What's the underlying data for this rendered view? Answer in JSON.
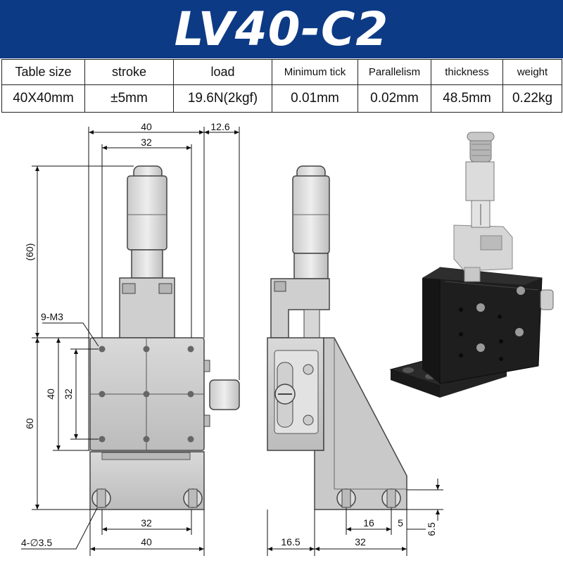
{
  "title": "LV40-C2",
  "specs": {
    "headers": [
      "Table size",
      "stroke",
      "load",
      "Minimum tick",
      "Parallelism",
      "thickness",
      "weight"
    ],
    "values": [
      "40X40mm",
      "±5mm",
      "19.6N(2kgf)",
      "0.01mm",
      "0.02mm",
      "48.5mm",
      "0.22kg"
    ]
  },
  "dimensions": {
    "top_width": "40",
    "inner_width": "32",
    "knob_offset": "12.6",
    "height_upper": "(60)",
    "holes": "9-M3",
    "left_40": "40",
    "left_32": "32",
    "total_60": "60",
    "bottom_32": "32",
    "bottom_40": "40",
    "mount_holes": "4-∅3.5",
    "side_16": "16",
    "side_5": "5",
    "side_6_5": "6.5",
    "side_16_5": "16.5",
    "side_32": "32"
  }
}
